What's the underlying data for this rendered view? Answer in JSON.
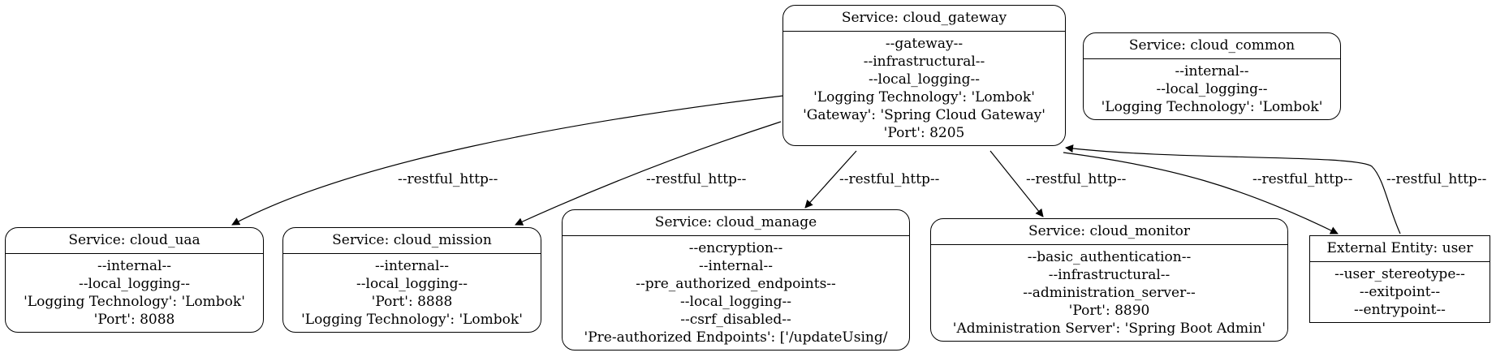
{
  "nodes": {
    "cloud_gateway": {
      "title": "Service: cloud_gateway",
      "props": [
        "--gateway--",
        "--infrastructural--",
        "--local_logging--",
        "'Logging Technology': 'Lombok'",
        "'Gateway': 'Spring Cloud Gateway'",
        "'Port': 8205"
      ]
    },
    "cloud_common": {
      "title": "Service: cloud_common",
      "props": [
        "--internal--",
        "--local_logging--",
        "'Logging Technology': 'Lombok'"
      ]
    },
    "cloud_uaa": {
      "title": "Service: cloud_uaa",
      "props": [
        "--internal--",
        "--local_logging--",
        "'Logging Technology': 'Lombok'",
        "'Port': 8088"
      ]
    },
    "cloud_mission": {
      "title": "Service: cloud_mission",
      "props": [
        "--internal--",
        "--local_logging--",
        "'Port': 8888",
        "'Logging Technology': 'Lombok'"
      ]
    },
    "cloud_manage": {
      "title": "Service: cloud_manage",
      "props": [
        "--encryption--",
        "--internal--",
        "--pre_authorized_endpoints--",
        "--local_logging--",
        "--csrf_disabled--",
        "'Pre-authorized Endpoints': ['/updateUsing/"
      ]
    },
    "cloud_monitor": {
      "title": "Service: cloud_monitor",
      "props": [
        "--basic_authentication--",
        "--infrastructural--",
        "--administration_server--",
        "'Port': 8890",
        "'Administration Server': 'Spring Boot Admin'"
      ]
    },
    "user": {
      "title": "External Entity: user",
      "props": [
        "--user_stereotype--",
        "--exitpoint--",
        "--entrypoint--"
      ]
    }
  },
  "edges": [
    {
      "from": "cloud_gateway",
      "to": "cloud_uaa",
      "label": "--restful_http--"
    },
    {
      "from": "cloud_gateway",
      "to": "cloud_mission",
      "label": "--restful_http--"
    },
    {
      "from": "cloud_gateway",
      "to": "cloud_manage",
      "label": "--restful_http--"
    },
    {
      "from": "cloud_gateway",
      "to": "cloud_monitor",
      "label": "--restful_http--"
    },
    {
      "from": "cloud_gateway",
      "to": "user",
      "label": "--restful_http--"
    },
    {
      "from": "user",
      "to": "cloud_gateway",
      "label": "--restful_http--"
    }
  ]
}
